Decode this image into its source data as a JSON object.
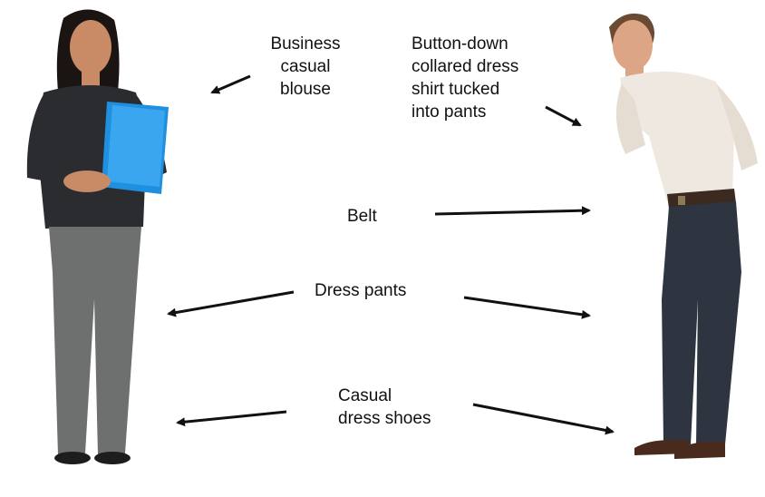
{
  "labels": {
    "business_casual_blouse": "Business\ncasual\nblouse",
    "button_down_shirt": "Button-down\ncollared dress\nshirt tucked\ninto pants",
    "belt": "Belt",
    "dress_pants": "Dress pants",
    "casual_dress_shoes": "Casual\ndress shoes"
  },
  "colors": {
    "background": "#ffffff",
    "text": "#111111",
    "arrow": "#111111",
    "blouse": "#2a2c2f",
    "woman_pants": "#6e6f6f",
    "folder": "#1f8fe0",
    "shirt": "#efe8e0",
    "man_pants": "#2e3440",
    "belt": "#3a2a20",
    "shoes": "#4a2a1c",
    "skin": "#d9a07c",
    "hair": "#1a1412"
  }
}
